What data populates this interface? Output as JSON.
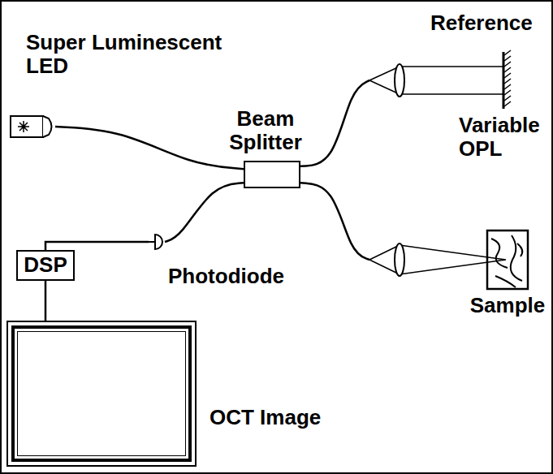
{
  "diagram": {
    "nodes": [
      {
        "text": [
          "Super Luminescent LED"
        ]
      },
      {
        "text": [
          "Beam Splitter"
        ]
      },
      {
        "text": [
          "Reference"
        ]
      },
      {
        "text": [
          "Sample"
        ]
      },
      {
        "text": [
          "Photodiode"
        ]
      },
      {
        "text": [
          "DSP"
        ]
      },
      {
        "text": [
          "OCT Image"
        ]
      }
    ],
    "edges": [
      {
        "from": 0,
        "to": 1,
        "arrow": "none"
      },
      {
        "from": 1,
        "to": 2,
        "arrow": "none"
      },
      {
        "from": 1,
        "to": 3,
        "arrow": "none"
      },
      {
        "from": 1,
        "to": 4,
        "arrow": "none"
      },
      {
        "from": 4,
        "to": 5,
        "arrow": "none"
      },
      {
        "from": 5,
        "to": 6,
        "arrow": "none"
      }
    ],
    "labels": [
      "Variable OPL"
    ]
  }
}
